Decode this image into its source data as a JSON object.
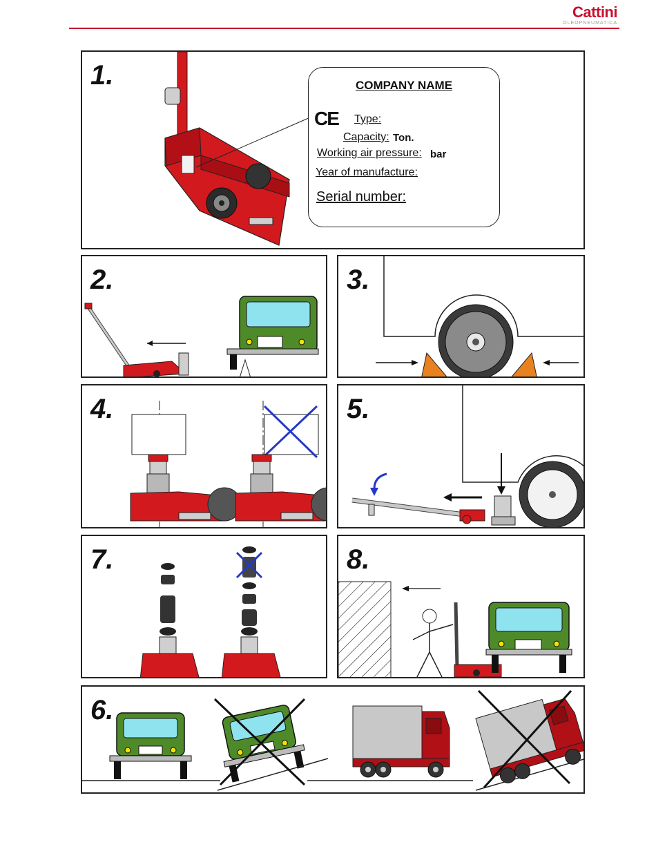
{
  "header": {
    "brand": "Cattini",
    "brand_sub": "OLEOPNEUMATICA",
    "accent_color": "#c8102e"
  },
  "panels": [
    {
      "number": "1."
    },
    {
      "number": "2."
    },
    {
      "number": "3."
    },
    {
      "number": "4."
    },
    {
      "number": "5."
    },
    {
      "number": "7."
    },
    {
      "number": "8."
    },
    {
      "number": "6."
    }
  ],
  "nameplate": {
    "company_name": "COMPANY NAME",
    "ce_mark": "CE",
    "type_label": "Type:",
    "capacity_label": "Capacity:",
    "capacity_unit": "Ton.",
    "pressure_label": "Working air pressure:",
    "pressure_unit": "bar",
    "year_label": "Year of manufacture:",
    "serial_label": "Serial number:"
  },
  "colors": {
    "jack_red": "#d2191e",
    "jeep_green": "#4f8a2a",
    "windshield": "#8fe3ee",
    "wedge_orange": "#e8821e",
    "cross_blue": "#2438c8",
    "truck_box_gray": "#c8c8c8"
  }
}
